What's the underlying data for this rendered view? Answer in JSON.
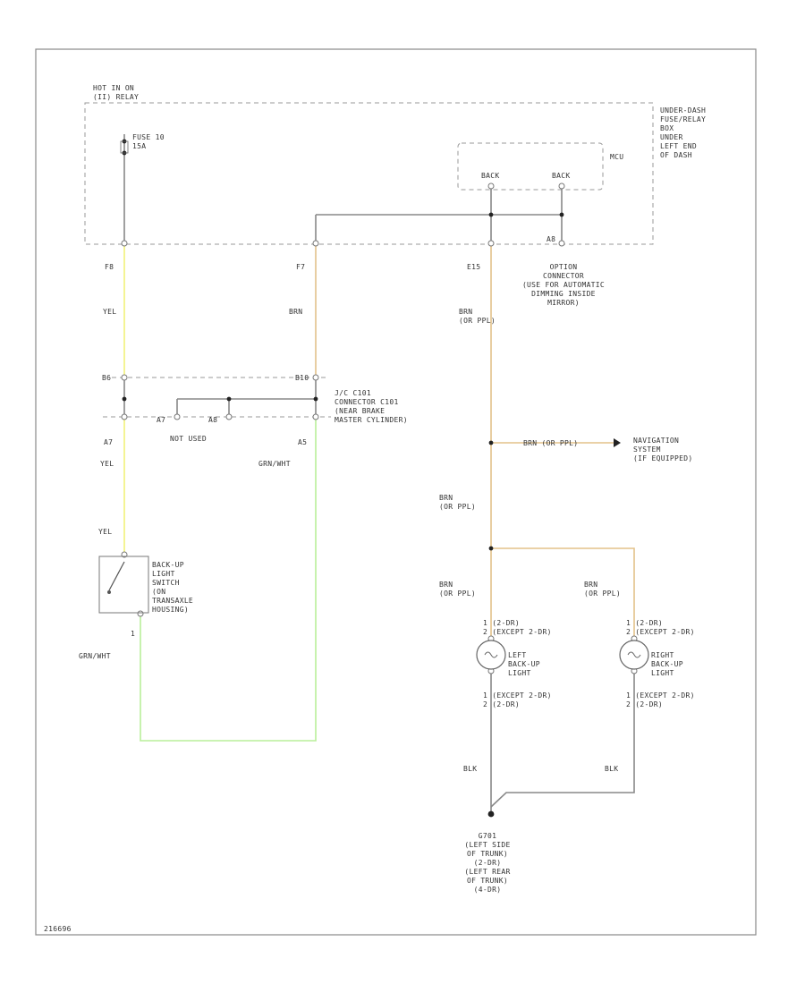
{
  "colors": {
    "yel": "#f2f27a",
    "grn_wht": "#b9ef9a",
    "brn": "#e3c28a",
    "gray": "#888888",
    "frame": "#888888"
  },
  "labels": {
    "hot_in_on": "HOT IN ON\n(II) RELAY",
    "fuse": "FUSE 10\n15A",
    "underdash": "UNDER-DASH\nFUSE/RELAY\nBOX\nUNDER\nLEFT END\nOF DASH",
    "mcu": "MCU",
    "back1": "BACK",
    "back2": "BACK",
    "t_f8": "F8",
    "t_f7": "F7",
    "t_e15": "E15",
    "t_a8": "A8",
    "option_conn": "OPTION\nCONNECTOR\n(USE FOR AUTOMATIC\nDIMMING INSIDE\nMIRROR)",
    "w_yel1": "YEL",
    "w_brn1": "BRN",
    "w_brn2": "BRN\n(OR PPL)",
    "c_b6": "B6",
    "c_b10": "B10",
    "jc_text": "J/C C101\nCONNECTOR C101\n(NEAR BRAKE\nMASTER CYLINDER)",
    "c_a7a": "A7",
    "c_a8a": "A8",
    "not_used": "NOT USED",
    "t_a7": "A7",
    "t_a5": "A5",
    "w_yel2": "YEL",
    "w_grnwht1": "GRN/WHT",
    "nav_wire": "BRN (OR PPL)",
    "nav": "NAVIGATION\nSYSTEM\n(IF EQUIPPED)",
    "w_brn3": "BRN\n(OR PPL)",
    "w_yel3": "YEL",
    "sw_label": "BACK-UP\nLIGHT\nSWITCH\n(ON\nTRANSAXLE\nHOUSING)",
    "sw_t1": "1",
    "w_grnwht2": "GRN/WHT",
    "w_brn4": "BRN\n(OR PPL)",
    "w_brn5": "BRN\n(OR PPL)",
    "lamp_l_top": "1 (2-DR)\n2 (EXCEPT 2-DR)",
    "lamp_l": "LEFT\nBACK-UP\nLIGHT",
    "lamp_l_bot": "1 (EXCEPT 2-DR)\n2 (2-DR)",
    "lamp_r_top": "1 (2-DR)\n2 (EXCEPT 2-DR)",
    "lamp_r": "RIGHT\nBACK-UP\nLIGHT",
    "lamp_r_bot": "1 (EXCEPT 2-DR)\n2 (2-DR)",
    "w_blk1": "BLK",
    "w_blk2": "BLK",
    "ground": "G701\n(LEFT SIDE\nOF TRUNK)\n(2-DR)\n(LEFT REAR\nOF TRUNK)\n(4-DR)",
    "footer": "216696"
  }
}
